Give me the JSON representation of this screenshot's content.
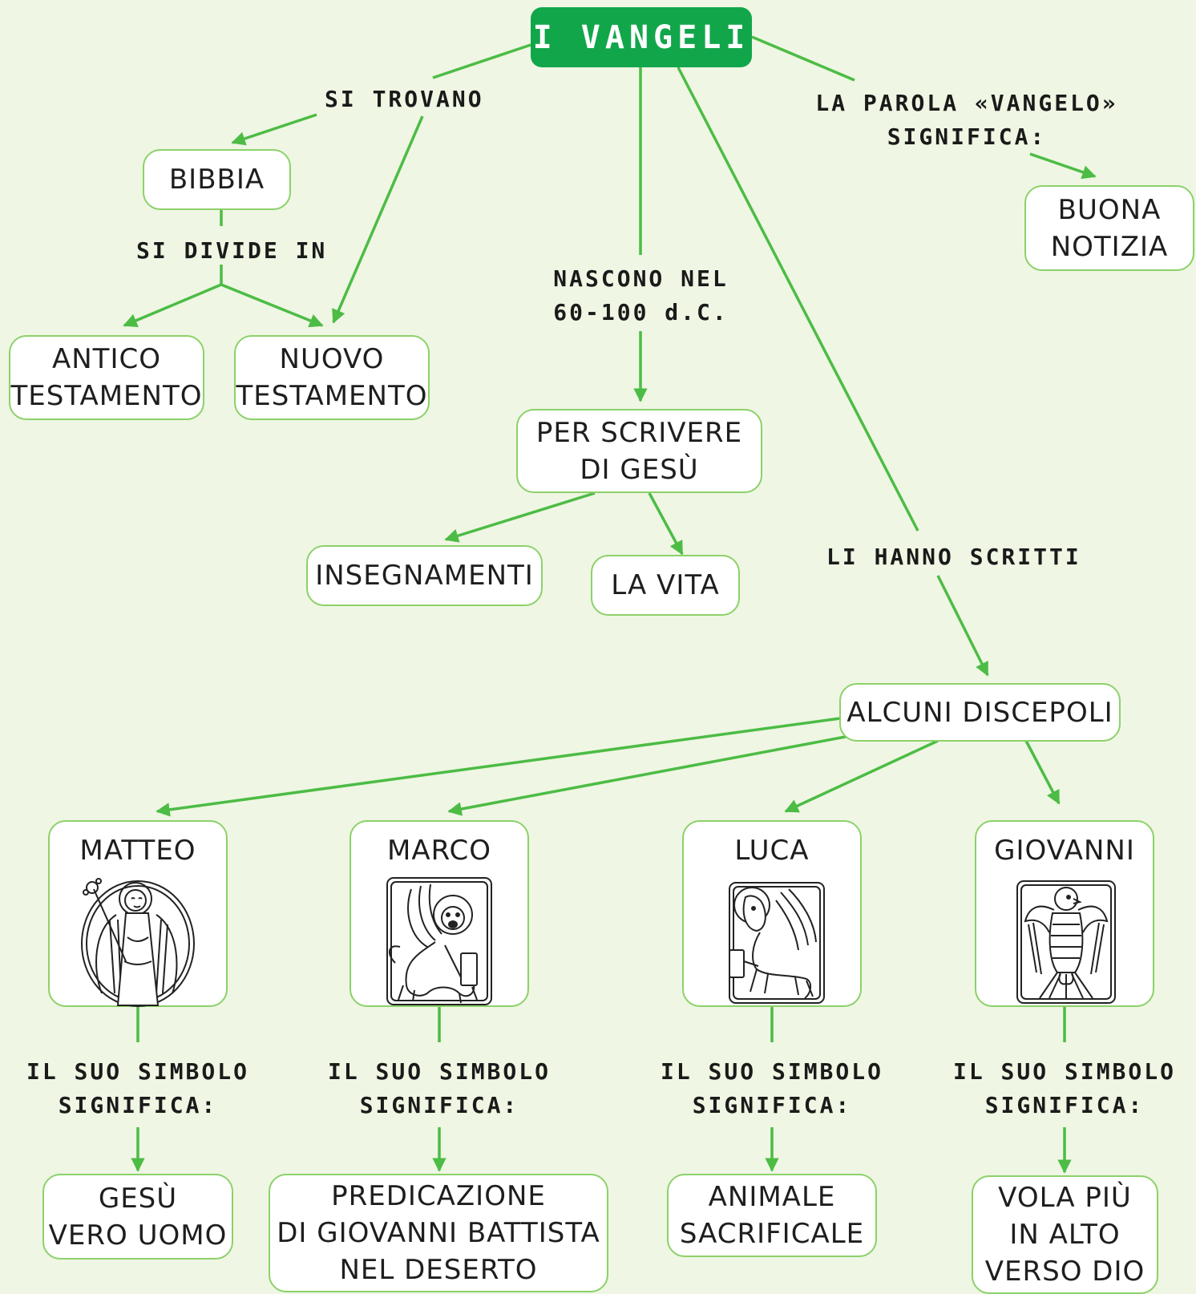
{
  "title": "I VANGELI",
  "labels": {
    "si_trovano": "SI TROVANO",
    "si_divide_in": "SI DIVIDE IN",
    "nascono": "NASCONO NEL\n60-100 d.C.",
    "parola": "LA PAROLA «VANGELO»\nSIGNIFICA:",
    "li_hanno_scritti": "LI HANNO SCRITTI",
    "simbolo": "IL SUO SIMBOLO\nSIGNIFICA:"
  },
  "nodes": {
    "bibbia": "BIBBIA",
    "antico": "ANTICO\nTESTAMENTO",
    "nuovo": "NUOVO\nTESTAMENTO",
    "per_scrivere": "PER SCRIVERE\nDI GESÙ",
    "insegnamenti": "INSEGNAMENTI",
    "la_vita": "LA VITA",
    "buona_notizia": "BUONA\nNOTIZIA",
    "alcuni_discepoli": "ALCUNI DISCEPOLI"
  },
  "evangelists": [
    {
      "name": "MATTEO",
      "symbol": "angel-icon",
      "meaning": "GESÙ\nVERO UOMO"
    },
    {
      "name": "MARCO",
      "symbol": "winged-lion-icon",
      "meaning": "PREDICAZIONE\nDI GIOVANNI BATTISTA\nNEL DESERTO"
    },
    {
      "name": "LUCA",
      "symbol": "winged-ox-icon",
      "meaning": "ANIMALE\nSACRIFICALE"
    },
    {
      "name": "GIOVANNI",
      "symbol": "eagle-icon",
      "meaning": "VOLA PIÙ\nIN ALTO\nVERSO DIO"
    }
  ],
  "colors": {
    "accent": "#12a64b",
    "line": "#4cbc45",
    "border": "#8cd16a",
    "background": "#eff6e3"
  }
}
